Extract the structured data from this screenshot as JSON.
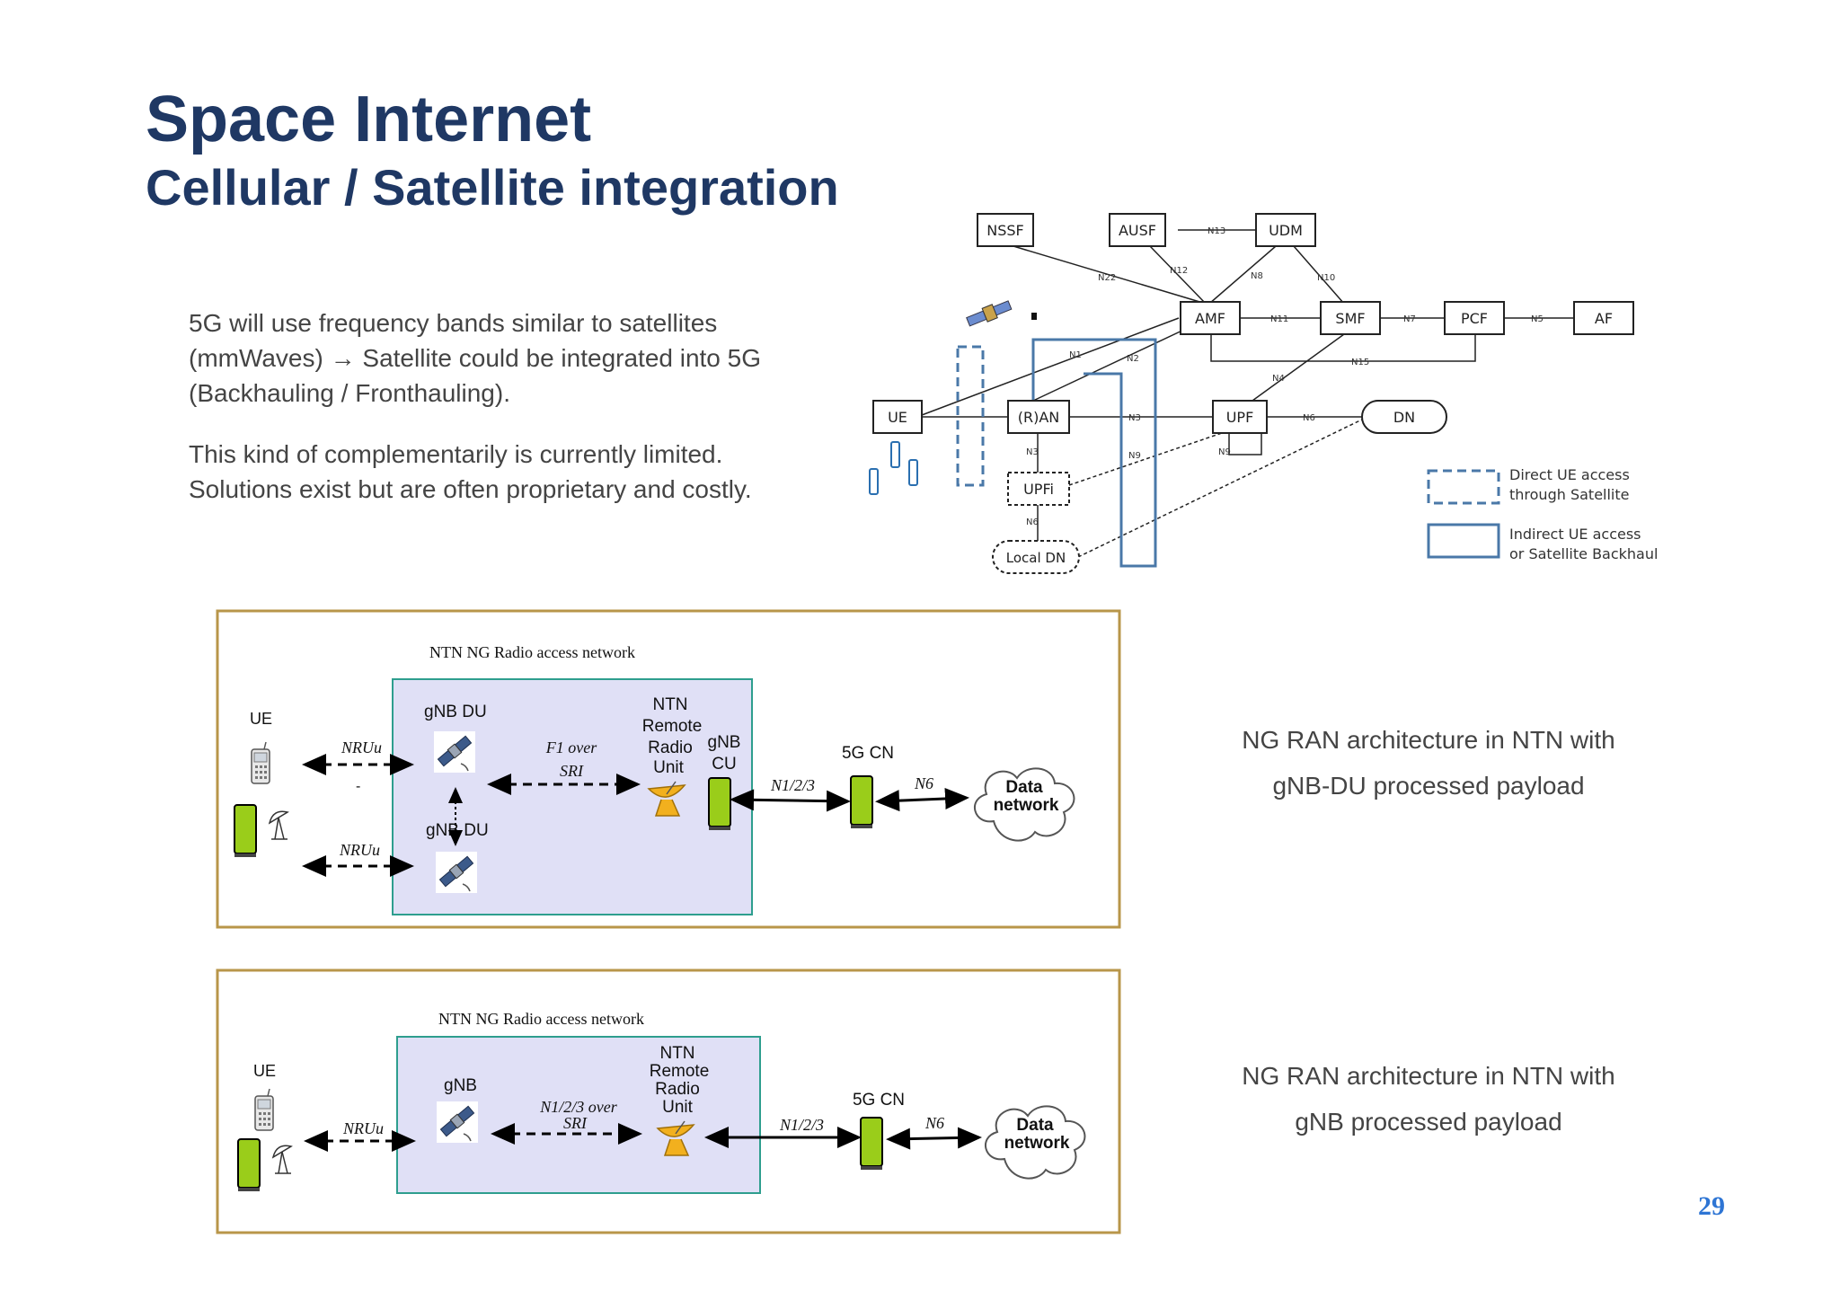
{
  "title": "Space Internet",
  "subtitle": "Cellular / Satellite integration",
  "paragraphs": {
    "p1_line1": "5G will use frequency bands similar to satellites",
    "p1_line2": "(mmWaves) → Satellite could be integrated into 5G",
    "p1_line3": "(Backhauling  / Fronthauling).",
    "p2_line1": "This kind of complementarily is currently limited.",
    "p2_line2": "Solutions exist but are often proprietary and costly."
  },
  "core_diagram": {
    "nodes": {
      "nssf": "NSSF",
      "ausf": "AUSF",
      "udm": "UDM",
      "amf": "AMF",
      "smf": "SMF",
      "pcf": "PCF",
      "af": "AF",
      "ue": "UE",
      "ran": "(R)AN",
      "upf": "UPF",
      "dn": "DN",
      "upfi": "UPFi",
      "local_dn": "Local DN"
    },
    "interfaces": {
      "n13": "N13",
      "n22": "N22",
      "n12": "N12",
      "n8": "N8",
      "n10": "N10",
      "n11": "N11",
      "n7": "N7",
      "n5": "N5",
      "n1": "N1",
      "n2": "N2",
      "n15": "N15",
      "n4": "N4",
      "n3a": "N3",
      "n6a": "N6",
      "n9a": "N9",
      "n9b": "N9",
      "n3b": "N3",
      "n6b": "N6"
    },
    "legend": {
      "direct_line1": "Direct UE access",
      "direct_line2": "through Satellite",
      "indirect_line1": "Indirect UE access",
      "indirect_line2": "or Satellite Backhaul"
    },
    "colors": {
      "satellite_path": "#4a78a8"
    }
  },
  "arch1": {
    "ran_label": "NTN   NG  Radio   access   network",
    "ue": "UE",
    "gnb_du_top": "gNB DU",
    "gnb_du_bottom": "gNB DU",
    "nruu_top": "NRUu",
    "dash": "-",
    "nruu_bottom": "NRUu",
    "f1_line1": "F1 over",
    "f1_line2": "SRI",
    "ntn_rru_line1": "NTN",
    "ntn_rru_line2": "Remote",
    "ntn_rru_line3": "Radio",
    "ntn_rru_line4": "Unit",
    "gnb_cu_line1": "gNB",
    "gnb_cu_line2": "CU",
    "n123": "N1/2/3",
    "cn": "5G CN",
    "n6": "N6",
    "data_line1": "Data",
    "data_line2": "network"
  },
  "arch2": {
    "ran_label": "NTN NG Radio access network",
    "ue": "UE",
    "gnb": "gNB",
    "nruu": "NRUu",
    "n123_over_line1": "N1/2/3 over",
    "n123_over_line2": "SRI",
    "ntn_rru_line1": "NTN",
    "ntn_rru_line2": "Remote",
    "ntn_rru_line3": "Radio",
    "ntn_rru_line4": "Unit",
    "n123": "N1/2/3",
    "cn": "5G CN",
    "n6": "N6",
    "data_line1": "Data",
    "data_line2": "network"
  },
  "captions": {
    "cap1_line1": "NG RAN architecture in NTN with",
    "cap1_line2": "gNB-DU processed payload",
    "cap2_line1": "NG RAN architecture in NTN with",
    "cap2_line2": "gNB processed payload"
  },
  "page_number": "29",
  "colors": {
    "title": "#1f3864",
    "panel_border": "#b8964a",
    "ran_fill": "#e0e0f6",
    "ran_border": "#2e9e8e",
    "device_green": "#9acd1a",
    "page_number": "#2e75d4"
  }
}
